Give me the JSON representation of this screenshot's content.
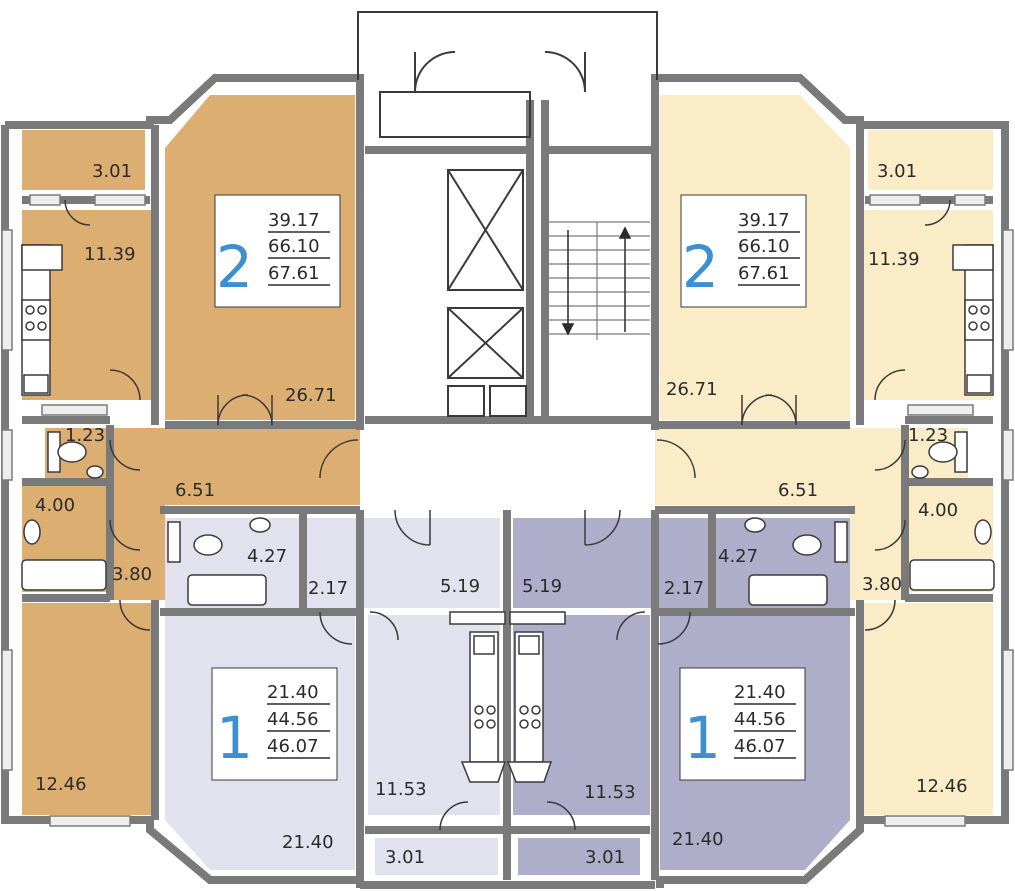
{
  "colors": {
    "orange": "#dcae72",
    "cream": "#fbecc8",
    "lavender": "#e2e2ef",
    "violet": "#aeaecb",
    "wall": "#7a7a7a",
    "window_fill": "#eeeeee",
    "accent_blue": "#3d8fd1",
    "ink": "#2b2b2b"
  },
  "apartments": [
    {
      "id": "apt-2-left",
      "rooms": "2",
      "values": [
        "39.17",
        "66.10",
        "67.61"
      ]
    },
    {
      "id": "apt-2-right",
      "rooms": "2",
      "values": [
        "39.17",
        "66.10",
        "67.61"
      ]
    },
    {
      "id": "apt-1-left",
      "rooms": "1",
      "values": [
        "21.40",
        "44.56",
        "46.07"
      ]
    },
    {
      "id": "apt-1-right",
      "rooms": "1",
      "values": [
        "21.40",
        "44.56",
        "46.07"
      ]
    }
  ],
  "rooms": {
    "tl_balcony": "3.01",
    "tl_kitchen": "11.39",
    "tl_living": "26.71",
    "tl_wc": "1.23",
    "tl_hall": "6.51",
    "tl_bath": "4.00",
    "tl_corridor": "3.80",
    "tl_bedroom": "12.46",
    "tr_balcony": "3.01",
    "tr_kitchen": "11.39",
    "tr_living": "26.71",
    "tr_wc": "1.23",
    "tr_hall": "6.51",
    "tr_bath": "4.00",
    "tr_corridor": "3.80",
    "tr_bedroom": "12.46",
    "bl_bath": "4.27",
    "bl_corridor": "2.17",
    "bl_hall": "5.19",
    "bl_kitchen": "11.53",
    "bl_room": "21.40",
    "bl_balcony": "3.01",
    "br_bath": "4.27",
    "br_corridor": "2.17",
    "br_hall": "5.19",
    "br_kitchen": "11.53",
    "br_room": "21.40",
    "br_balcony": "3.01"
  }
}
